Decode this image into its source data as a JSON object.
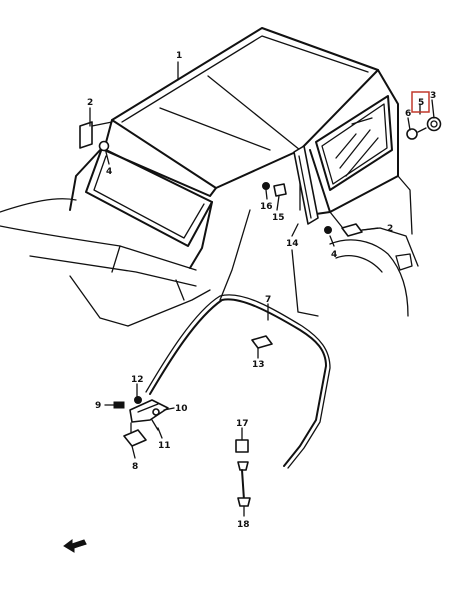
{
  "diagram": {
    "callouts": [
      {
        "id": "c1",
        "text": "1"
      },
      {
        "id": "c2a",
        "text": "2"
      },
      {
        "id": "c2b",
        "text": "2"
      },
      {
        "id": "c3",
        "text": "3"
      },
      {
        "id": "c4a",
        "text": "4"
      },
      {
        "id": "c4b",
        "text": "4"
      },
      {
        "id": "c5",
        "text": "5"
      },
      {
        "id": "c6",
        "text": "6"
      },
      {
        "id": "c7",
        "text": "7"
      },
      {
        "id": "c8",
        "text": "8"
      },
      {
        "id": "c9",
        "text": "9"
      },
      {
        "id": "c10",
        "text": "10"
      },
      {
        "id": "c11",
        "text": "11"
      },
      {
        "id": "c12",
        "text": "12"
      },
      {
        "id": "c13",
        "text": "13"
      },
      {
        "id": "c14",
        "text": "14"
      },
      {
        "id": "c15",
        "text": "15"
      },
      {
        "id": "c16",
        "text": "16"
      },
      {
        "id": "c17",
        "text": "17"
      },
      {
        "id": "c18",
        "text": "18"
      }
    ],
    "highlight_color": "#c0392b",
    "direction_icon": "front-arrow-icon"
  }
}
